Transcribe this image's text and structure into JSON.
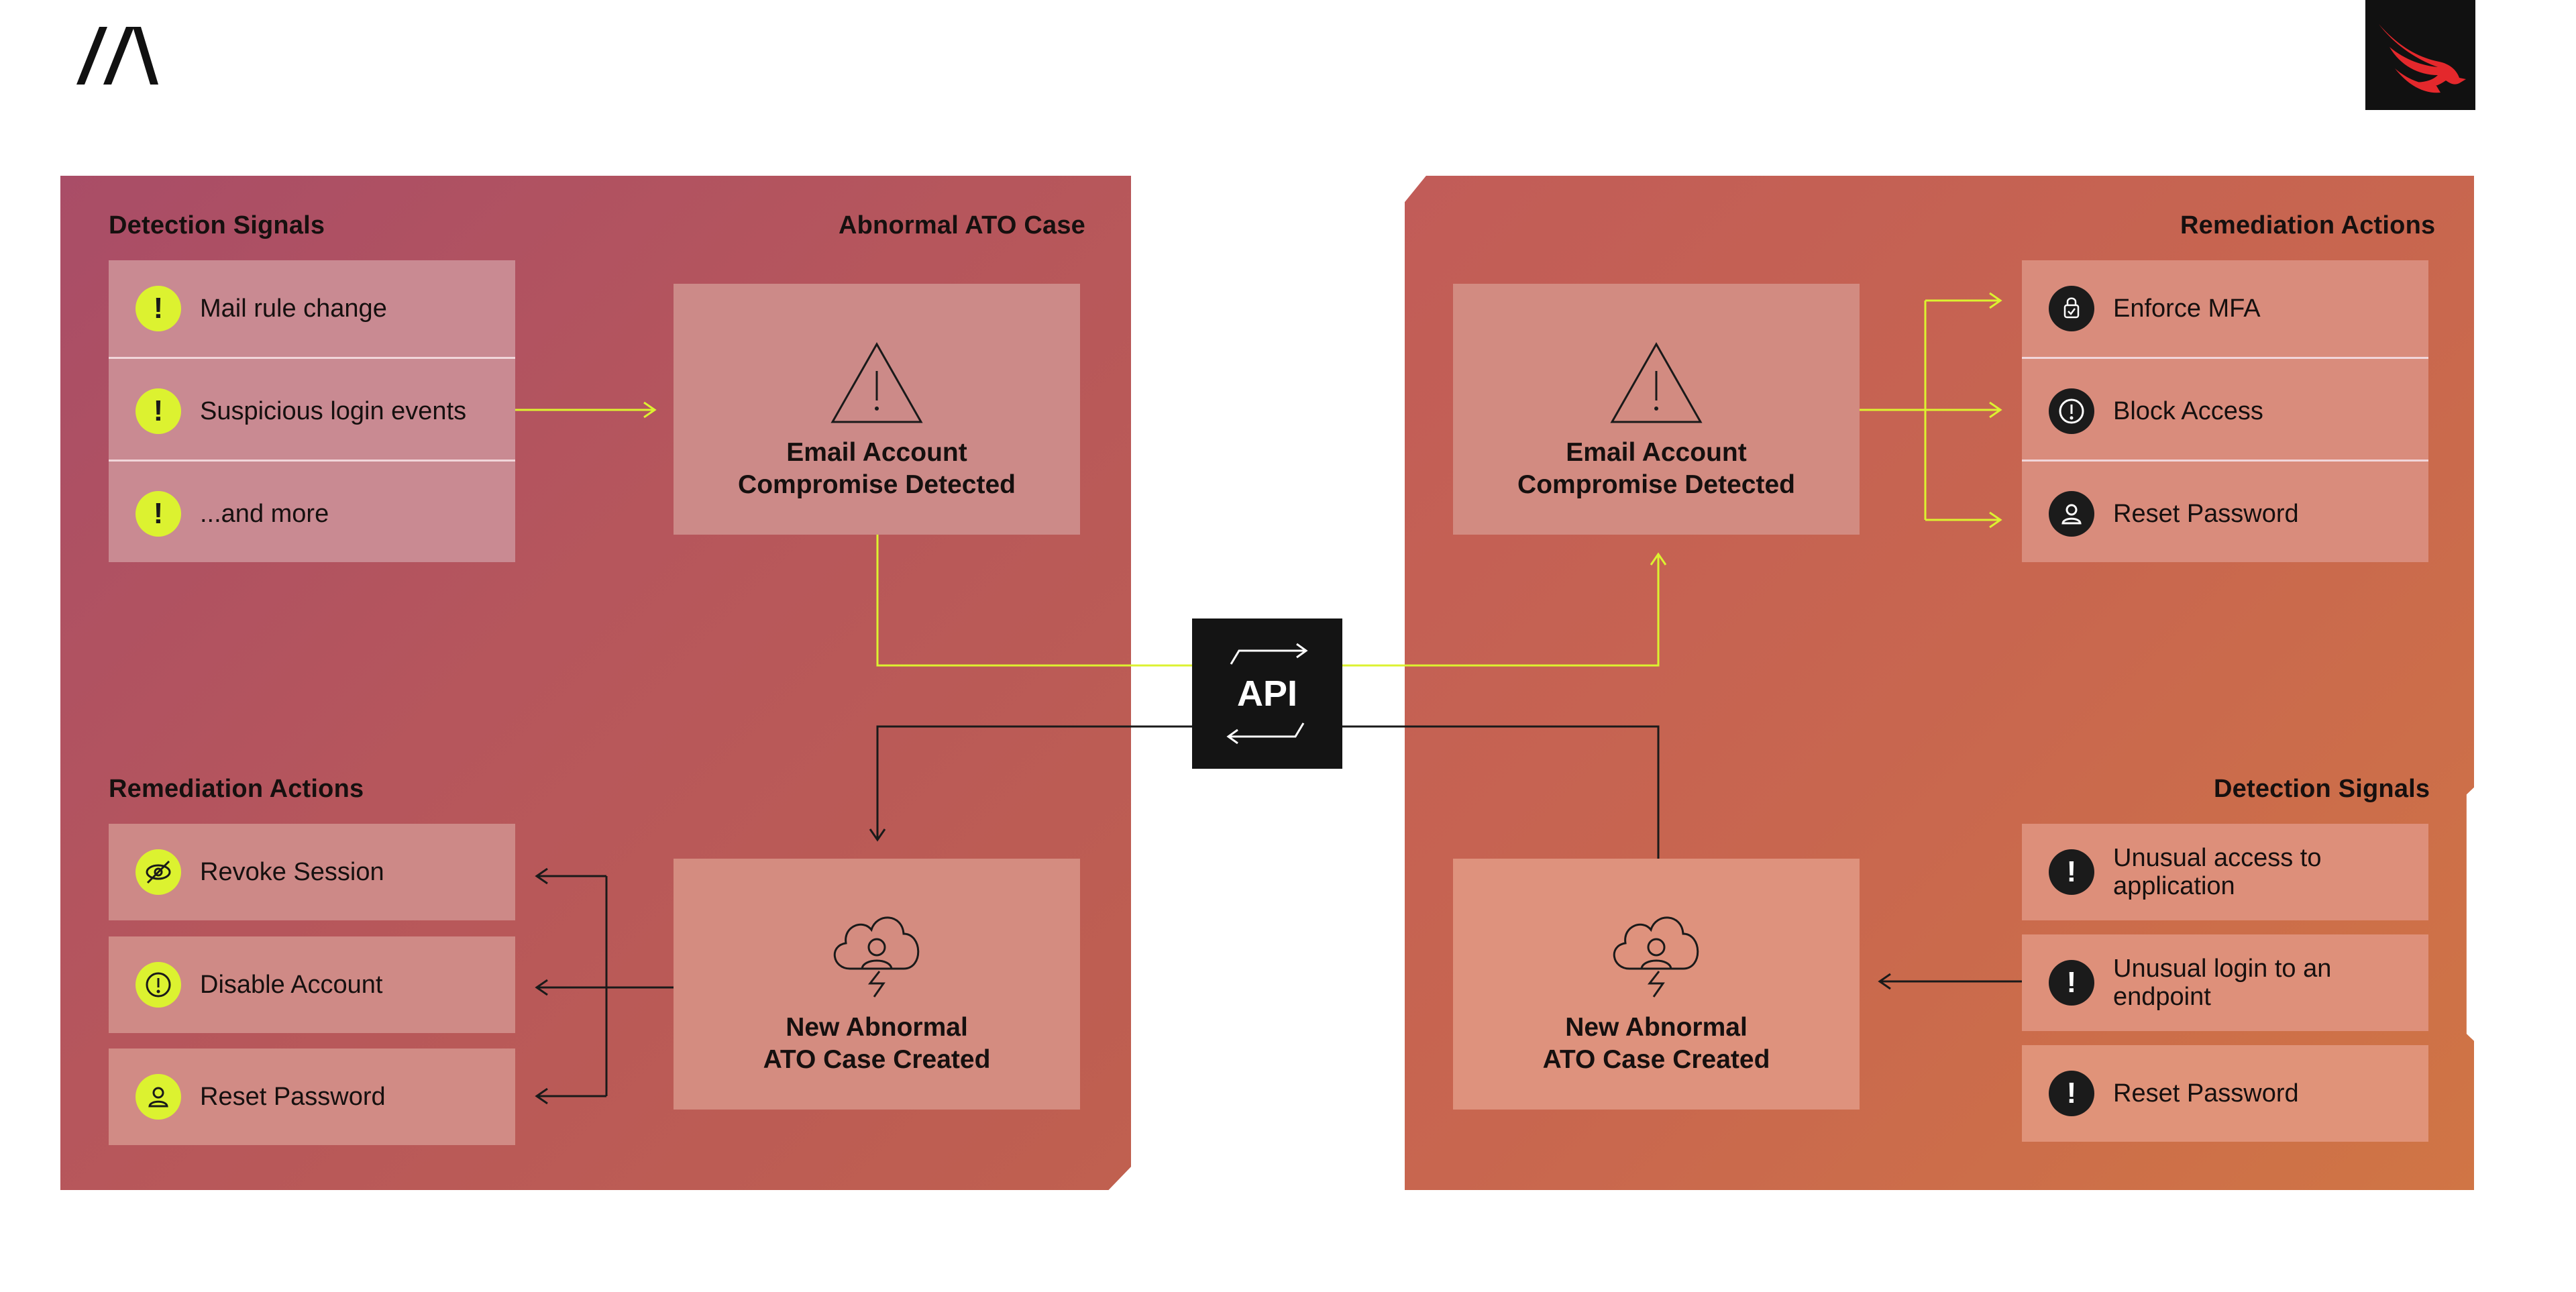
{
  "left_panel": {
    "detection_heading": "Detection Signals",
    "case_heading": "Abnormal ATO Case",
    "signals": [
      "Mail rule change",
      "Suspicious login events",
      "...and more"
    ],
    "alert_title_1": "Email Account",
    "alert_title_2": "Compromise Detected",
    "remediation_heading": "Remediation Actions",
    "actions": [
      "Revoke Session",
      "Disable Account",
      "Reset Password"
    ],
    "case_title_1": "New Abnormal",
    "case_title_2": "ATO Case Created"
  },
  "api_label": "API",
  "right_panel": {
    "remediation_heading": "Remediation Actions",
    "actions": [
      "Enforce MFA",
      "Block Access",
      "Reset Password"
    ],
    "alert_title_1": "Email Account",
    "alert_title_2": "Compromise Detected",
    "detection_heading": "Detection Signals",
    "signals": [
      {
        "line1": "Unusual access to",
        "line2": "application"
      },
      {
        "line1": "Unusual login to an",
        "line2": "endpoint"
      },
      {
        "line1": "Reset Password",
        "line2": ""
      }
    ],
    "case_title_1": "New Abnormal",
    "case_title_2": "ATO Case Created"
  },
  "colors": {
    "accent_lime": "#dcf230",
    "dark": "#141414",
    "left_panel": "#b55660",
    "right_panel": "#c96a4c",
    "crowdstrike_red": "#e4282c"
  },
  "icons": {
    "brand_logo": "abnormal-logo-icon",
    "partner_logo": "crowdstrike-falcon-icon",
    "alert": "warning-triangle-icon",
    "case": "cloud-user-lightning-icon"
  }
}
